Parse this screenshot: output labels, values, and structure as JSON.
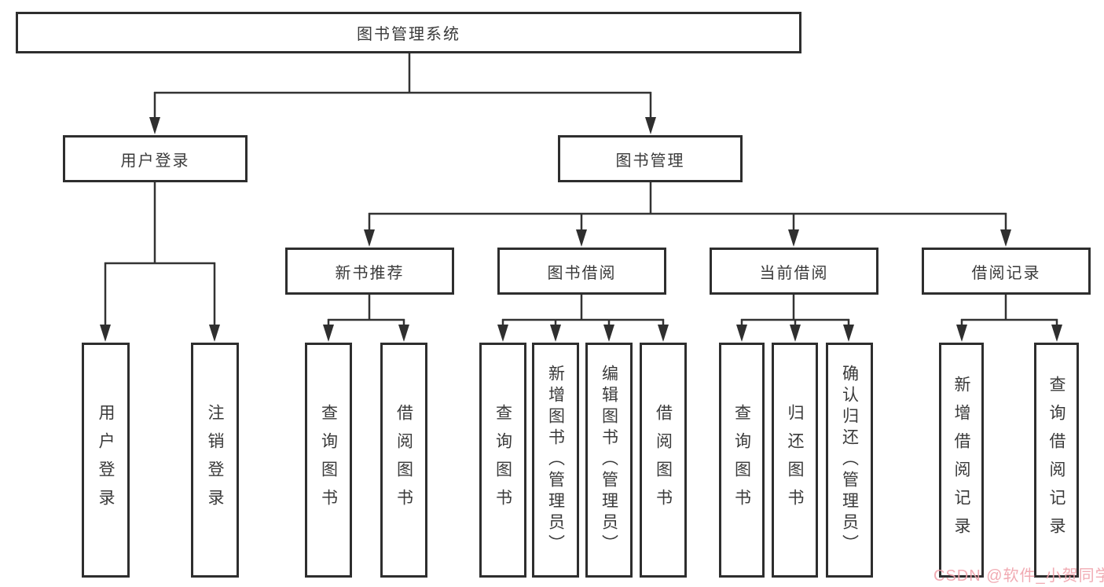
{
  "nodes": {
    "root": {
      "label": "图书管理系统"
    },
    "l2": [
      {
        "label": "用户登录"
      },
      {
        "label": "图书管理"
      }
    ],
    "l3": [
      {
        "label": "新书推荐"
      },
      {
        "label": "图书借阅"
      },
      {
        "label": "当前借阅"
      },
      {
        "label": "借阅记录"
      }
    ],
    "leaves": [
      {
        "label": "用户登录"
      },
      {
        "label": "注销登录"
      },
      {
        "label": "查询图书"
      },
      {
        "label": "借阅图书"
      },
      {
        "label": "查询图书"
      },
      {
        "label": "新增图书（管理员）"
      },
      {
        "label": "编辑图书（管理员）"
      },
      {
        "label": "借阅图书"
      },
      {
        "label": "查询图书"
      },
      {
        "label": "归还图书"
      },
      {
        "label": "确认归还（管理员）"
      },
      {
        "label": "新增借阅记录"
      },
      {
        "label": "查询借阅记录"
      }
    ]
  },
  "watermark": {
    "text": "CSDN @软件_小贺同学"
  },
  "colors": {
    "line": "#333333",
    "box_border": "#2e2e2e",
    "text": "#3a3a3a",
    "watermark": "#f0a2ab",
    "background": "#ffffff"
  }
}
